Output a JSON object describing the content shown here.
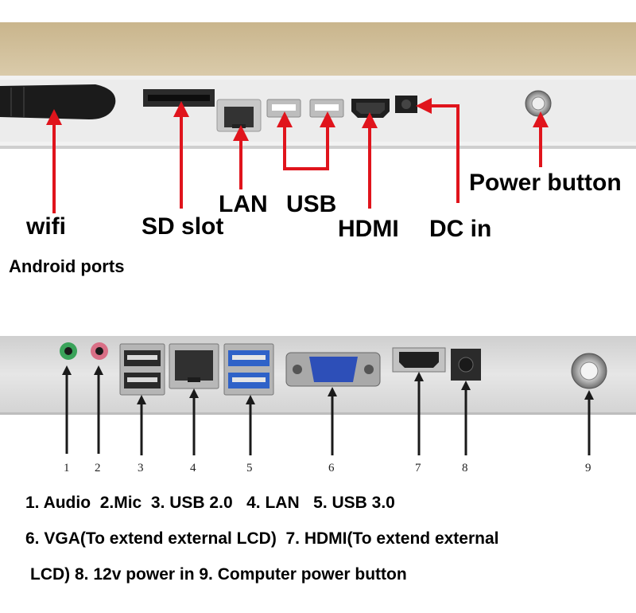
{
  "top_panel": {
    "labels": {
      "wifi": "wifi",
      "sd_slot": "SD slot",
      "lan": "LAN",
      "usb": "USB",
      "hdmi": "HDMI",
      "dc_in": "DC in",
      "power_button": "Power button"
    },
    "caption": "Android ports"
  },
  "bottom_panel": {
    "numbers": [
      "1",
      "2",
      "3",
      "4",
      "5",
      "6",
      "7",
      "8",
      "9"
    ],
    "legend_lines": [
      "1. Audio  2.Mic  3. USB 2.0   4. LAN   5. USB 3.0",
      "6. VGA(To extend external LCD)  7. HDMI(To extend external",
      "LCD) 8. 12v power in 9. Computer power button"
    ]
  },
  "colors": {
    "arrow_red": "#e0141c",
    "arrow_black": "#1a1a1a",
    "panel_silver": "#dcdcdc",
    "audio_green": "#3aa35a",
    "mic_pink": "#d96f86",
    "usb3_blue": "#2f62c8",
    "vga_blue": "#2d4fb8"
  }
}
